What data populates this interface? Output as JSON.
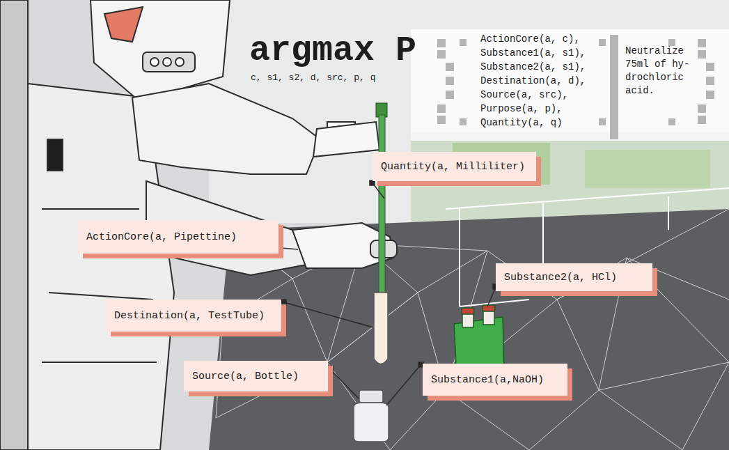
{
  "diagram": {
    "nodes": [
      {
        "text": [
          "Quantity(a, Milliliter)"
        ]
      },
      {
        "text": [
          "ActionCore(a, Pipettine)"
        ]
      },
      {
        "text": [
          "Substance2(a, HCl)"
        ]
      },
      {
        "text": [
          "Destination(a, TestTube)"
        ]
      },
      {
        "text": [
          "Source(a, Bottle)"
        ]
      },
      {
        "text": [
          "Substance1(a,NaOH)"
        ]
      }
    ],
    "labels": [
      "argmax P",
      "c, s1, s2, d, src, p, q",
      "ActionCore(a, c),",
      "Substance1(a, s1),",
      "Substance2(a, s1),",
      "Destination(a, d),",
      "Source(a, src),",
      "Purpose(a, p),",
      "Quantity(a, q)",
      "Neutralize 75ml of hy- drochloric acid."
    ]
  }
}
